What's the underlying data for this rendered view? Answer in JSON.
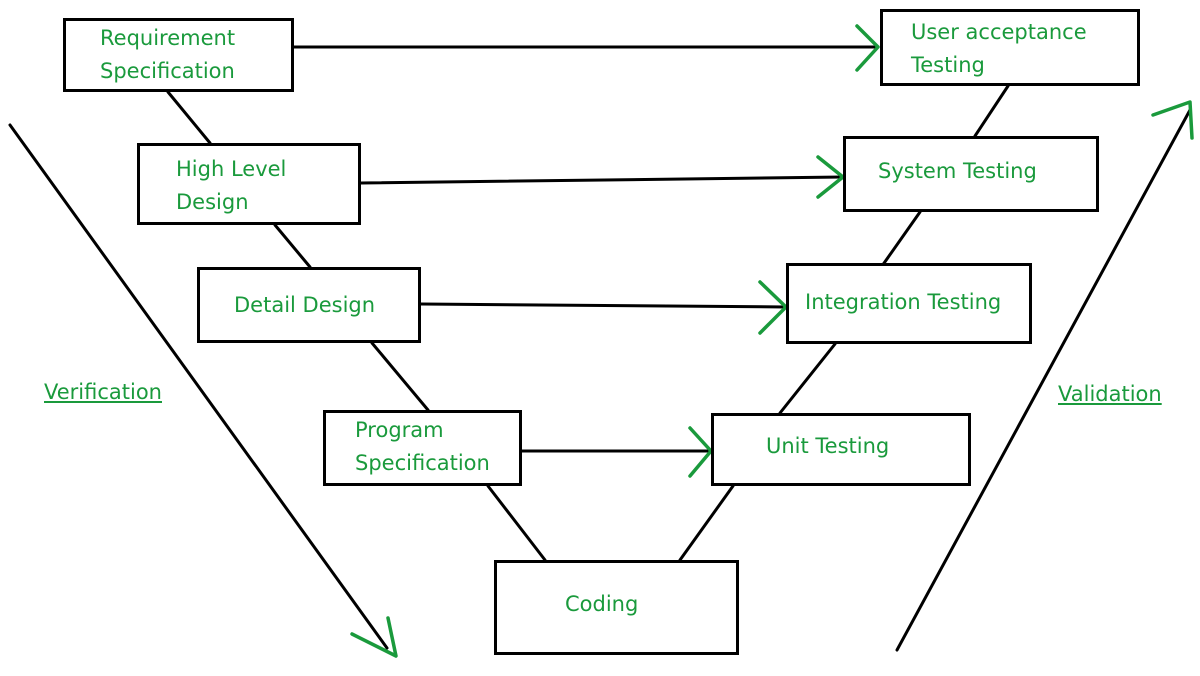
{
  "colors": {
    "text": "#1a9a3c",
    "box_border": "#000000",
    "line": "#000000",
    "arrowhead": "#1a9a3c",
    "background": "#ffffff"
  },
  "stages": {
    "requirement_specification": {
      "line1": "Requirement",
      "line2": "Specification"
    },
    "high_level_design": {
      "line1": "High Level",
      "line2": "Design"
    },
    "detail_design": {
      "line1": "Detail Design"
    },
    "program_specification": {
      "line1": "Program",
      "line2": "Specification"
    },
    "coding": {
      "line1": "Coding"
    },
    "unit_testing": {
      "line1": "Unit Testing"
    },
    "integration_testing": {
      "line1": "Integration Testing"
    },
    "system_testing": {
      "line1": "System Testing"
    },
    "user_acceptance_testing": {
      "line1": "User acceptance",
      "line2": "Testing"
    }
  },
  "sides": {
    "verification": "Verification",
    "validation": "Validation"
  }
}
